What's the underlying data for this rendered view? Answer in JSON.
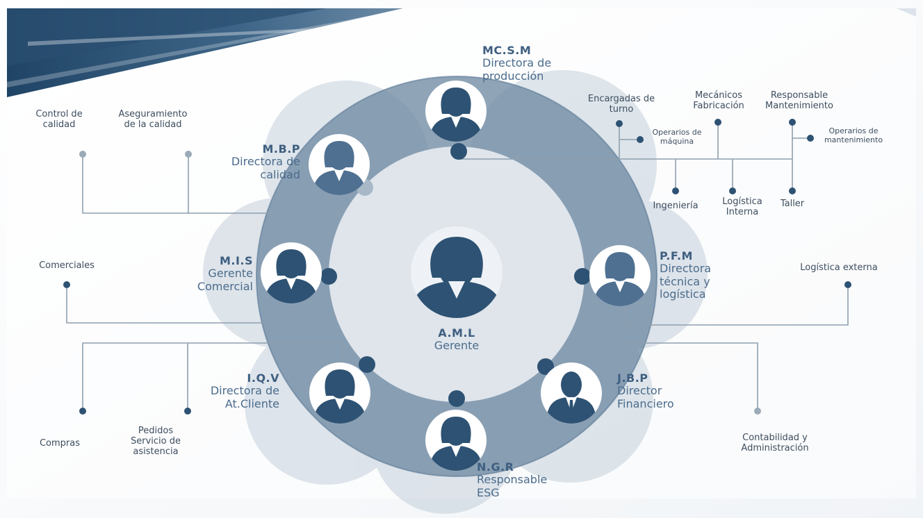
{
  "colors": {
    "ring": "#6f8aa3",
    "ring_dark": "#5a7894",
    "inner": "#dfe5eb",
    "petal": "#c3ced9",
    "avatar_fill": "#2e5273",
    "avatar_mid": "#4f7091",
    "line": "#8e9fae",
    "dot": "#2e5273",
    "dot_light": "#9aaab8",
    "initials": "#3f5f80",
    "role": "#4b6c8c",
    "department": "#3d4d5e"
  },
  "center": {
    "initials": "A.M.L",
    "role": "Gerente",
    "icon": "woman-avatar-icon"
  },
  "members": [
    {
      "id": "mcsm",
      "initials": "MC.S.M",
      "role_lines": [
        "Directora de",
        "producción"
      ],
      "icon": "woman-avatar-icon"
    },
    {
      "id": "mbp",
      "initials": "M.B.P",
      "role_lines": [
        "Directora de",
        "calidad"
      ],
      "icon": "woman-avatar-icon"
    },
    {
      "id": "mis",
      "initials": "M.I.S",
      "role_lines": [
        "Gerente",
        "Comercial"
      ],
      "icon": "woman-avatar-icon"
    },
    {
      "id": "pfm",
      "initials": "P.F.M",
      "role_lines": [
        "Directora",
        "técnica y",
        "logística"
      ],
      "icon": "woman-avatar-icon"
    },
    {
      "id": "iqv",
      "initials": "I.Q.V",
      "role_lines": [
        "Directora de",
        "At.Cliente"
      ],
      "icon": "woman-avatar-icon"
    },
    {
      "id": "jbp",
      "initials": "J.B.P",
      "role_lines": [
        "Director",
        "Financiero"
      ],
      "icon": "man-avatar-icon"
    },
    {
      "id": "ngr",
      "initials": "N.G.R",
      "role_lines": [
        "Responsable",
        "ESG"
      ],
      "icon": "woman-avatar-icon"
    }
  ],
  "departments": {
    "control_calidad": [
      "Control de",
      "calidad"
    ],
    "aseguramiento": [
      "Aseguramiento",
      "de la calidad"
    ],
    "encargadas": [
      "Encargadas de",
      "turno"
    ],
    "operarios_maquina": [
      "Operarios de",
      "máquina"
    ],
    "mecanicos": [
      "Mecánicos",
      "Fabricación"
    ],
    "responsable_mant": [
      "Responsable",
      "Mantenimiento"
    ],
    "operarios_mant": [
      "Operarios de",
      "mantenimiento"
    ],
    "ingenieria": [
      "Ingeniería"
    ],
    "logistica_interna": [
      "Logística",
      "Interna"
    ],
    "taller": [
      "Taller"
    ],
    "comerciales": [
      "Comerciales"
    ],
    "logistica_externa": [
      "Logística externa"
    ],
    "compras": [
      "Compras"
    ],
    "pedidos": [
      "Pedidos",
      "Servicio de",
      "asistencia"
    ],
    "contabilidad": [
      "Contabilidad y",
      "Administración"
    ]
  }
}
